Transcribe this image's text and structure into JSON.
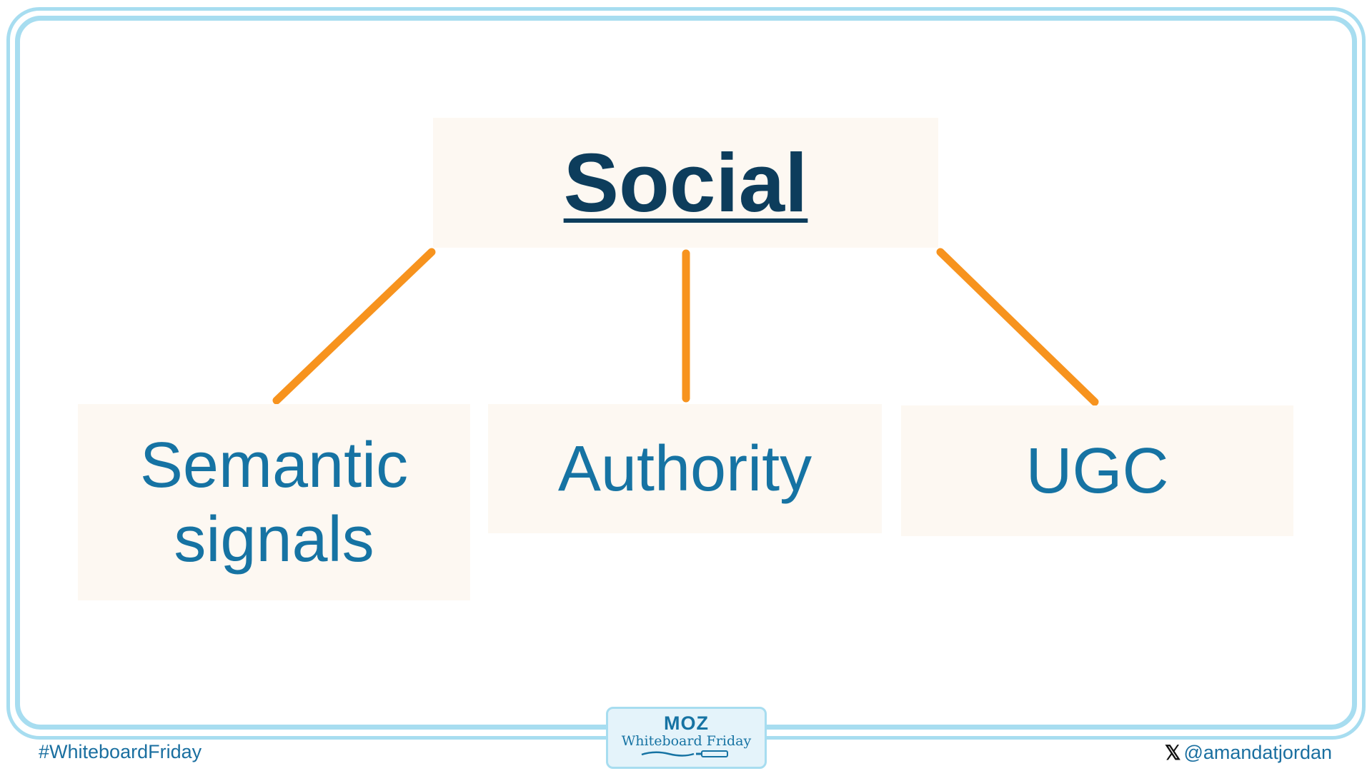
{
  "diagram": {
    "root": "Social",
    "children": [
      "Semantic",
      "signals",
      "Authority",
      "UGC"
    ],
    "colors": {
      "frame": "#a7ddf0",
      "line": "#f7931e",
      "box": "#fdf8f2",
      "title": "#0d3d5c",
      "node": "#1673a3"
    }
  },
  "footer": {
    "hashtag": "#WhiteboardFriday",
    "handle": "@amandatjordan",
    "logo_brand": "MOZ",
    "logo_title": "Whiteboard Friday"
  }
}
